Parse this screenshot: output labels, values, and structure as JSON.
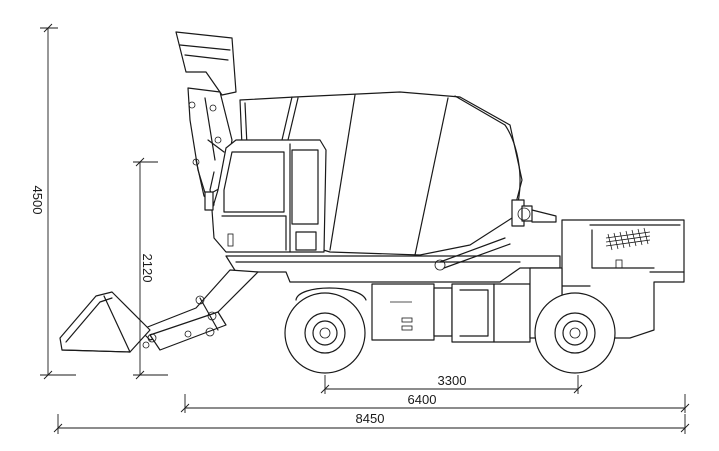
{
  "dimensions": {
    "total_height": "4500",
    "bucket_height": "2120",
    "wheelbase": "3300",
    "body_length": "6400",
    "total_length": "8450"
  }
}
